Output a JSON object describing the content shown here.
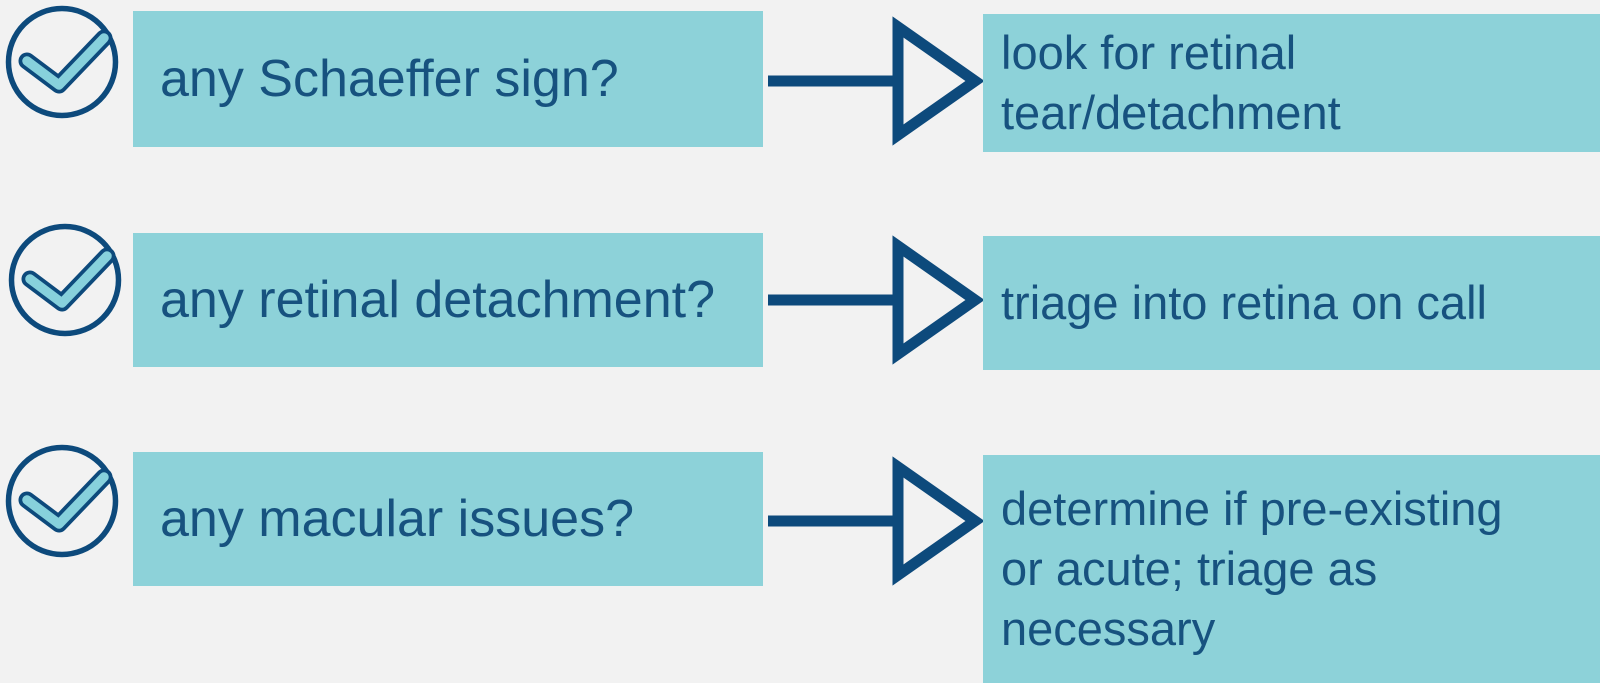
{
  "colors": {
    "background": "#f2f2f2",
    "box_fill": "#8dd2d9",
    "shape_navy": "#0d4a7c",
    "text_navy": "#17527f",
    "check_fill": "#87d1dc"
  },
  "rows": [
    {
      "icon": "checkmark-circle-icon",
      "question": "any Schaeffer sign?",
      "result": "look for retinal\ntear/detachment"
    },
    {
      "icon": "checkmark-circle-icon",
      "question": "any retinal detachment?",
      "result": "triage into retina on call"
    },
    {
      "icon": "checkmark-circle-icon",
      "question": "any macular issues?",
      "result": "determine if pre-existing\nor acute; triage as\nnecessary"
    }
  ]
}
